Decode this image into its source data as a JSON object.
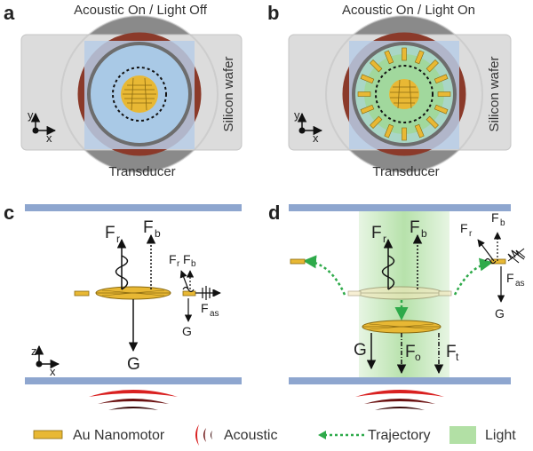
{
  "panels": {
    "a": {
      "letter": "a",
      "title": "Acoustic On / Light Off",
      "wafer_label": "Silicon wafer",
      "transducer_label": "Transducer"
    },
    "b": {
      "letter": "b",
      "title": "Acoustic On / Light On",
      "wafer_label": "Silicon wafer",
      "transducer_label": "Transducer"
    },
    "c": {
      "letter": "c"
    },
    "d": {
      "letter": "d"
    }
  },
  "axes": {
    "x": "x",
    "y": "y",
    "z": "z"
  },
  "forces": {
    "F": "F",
    "G": "G",
    "r": "r",
    "b": "b",
    "as": "as",
    "o": "o",
    "t": "t"
  },
  "legend": {
    "nanomotor": "Au Nanomotor",
    "acoustic": "Acoustic",
    "trajectory": "Trajectory",
    "light": "Light"
  },
  "colors": {
    "wafer": "#d9d9d9",
    "transducer_ring": "#8b3a2a",
    "transducer_grey": "#7a7a7a",
    "chamber": "#b7cde6",
    "plate": "#8ea6cf",
    "gold": "#e8b834",
    "light": "#9fd88f",
    "acoustic": "#d92020",
    "trajectory": "#2eaa4a"
  }
}
